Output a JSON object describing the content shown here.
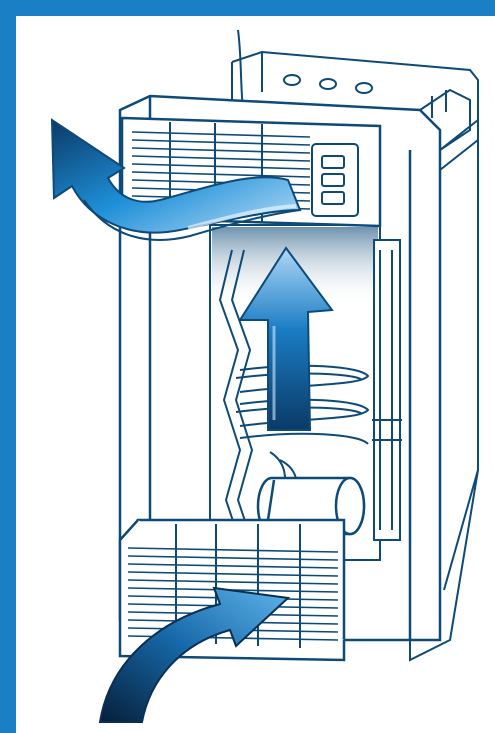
{
  "illustration": {
    "frame_color": "#1a7fc4",
    "outline_color": "#0d4a78",
    "arrow_gradient": [
      "#0a3a66",
      "#1f8fd8",
      "#9fd1f5"
    ],
    "components": [
      "appliance-housing",
      "top-vent-grille",
      "control-panel",
      "bottom-vent-grille",
      "heat-exchanger-coils",
      "fan-drum",
      "airflow-in-arrow",
      "airflow-up-arrow",
      "airflow-out-arrow"
    ]
  }
}
